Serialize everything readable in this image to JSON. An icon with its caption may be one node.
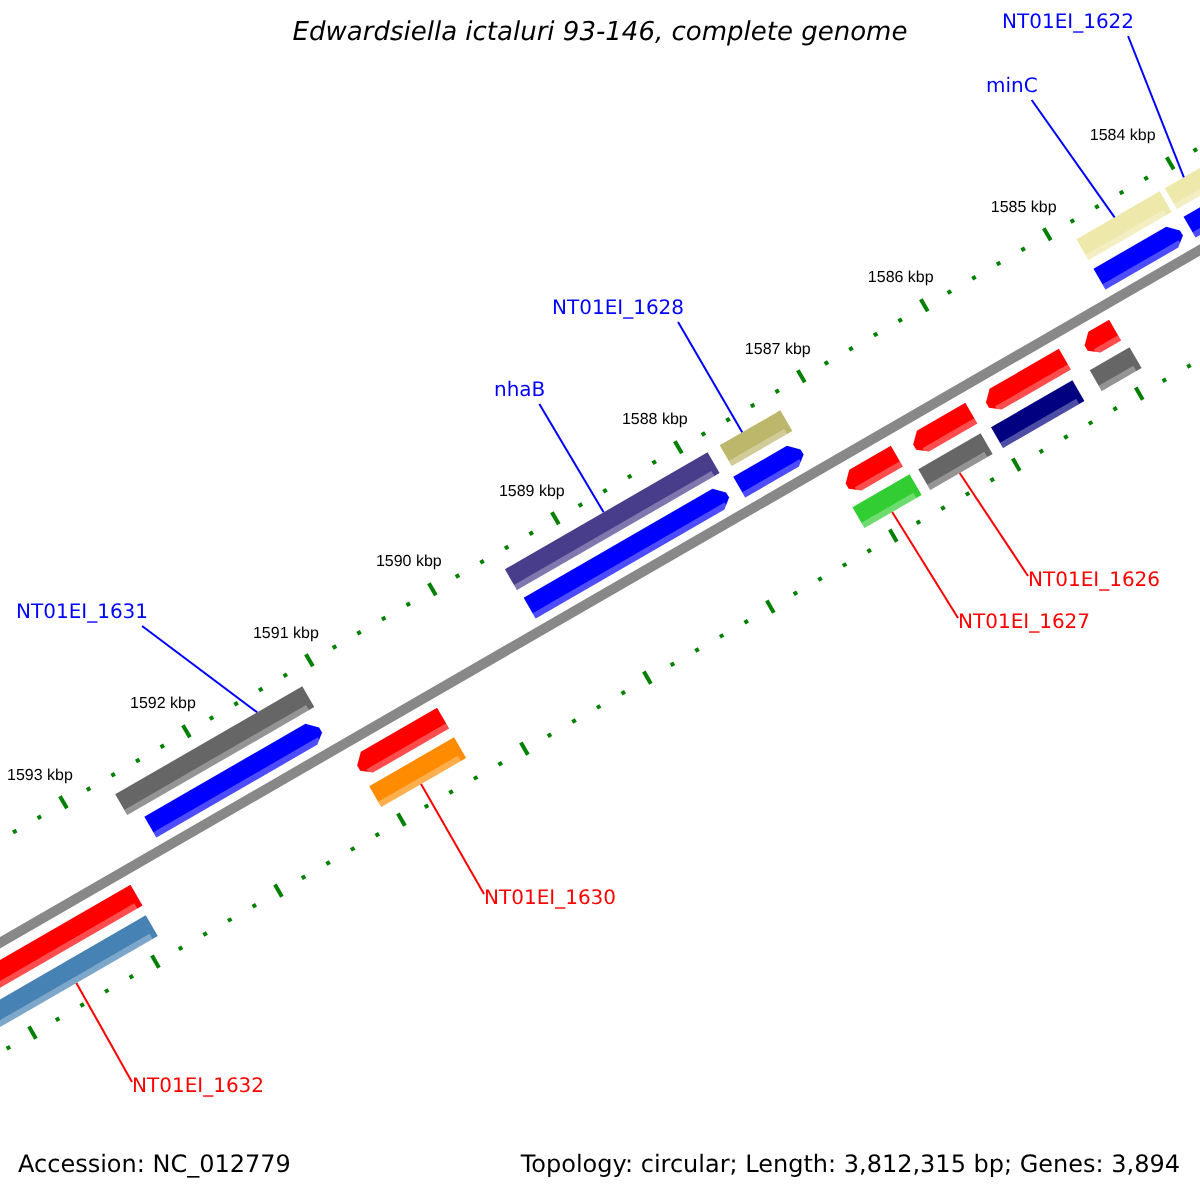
{
  "diagram": {
    "title": "Edwardsiella ictaluri 93-146, complete genome",
    "nodes": [
      {
        "text": [
          "NT01EI_1622"
        ]
      },
      {
        "text": [
          "minC"
        ]
      },
      {
        "text": [
          "NT01EI_1628"
        ]
      },
      {
        "text": [
          "nhaB"
        ]
      },
      {
        "text": [
          "NT01EI_1631"
        ]
      },
      {
        "text": [
          "NT01EI_1626"
        ]
      },
      {
        "text": [
          "NT01EI_1627"
        ]
      },
      {
        "text": [
          "NT01EI_1630"
        ]
      },
      {
        "text": [
          "NT01EI_1632"
        ]
      },
      {
        "text": [],
        "shape": "bar"
      },
      {
        "text": [],
        "shape": "bar"
      },
      {
        "text": [],
        "shape": "bar"
      },
      {
        "text": [],
        "shape": "bar"
      },
      {
        "text": [],
        "shape": "bar"
      },
      {
        "text": [],
        "shape": "bar"
      },
      {
        "text": [],
        "shape": "bar"
      },
      {
        "text": [],
        "shape": "bar"
      },
      {
        "text": [],
        "shape": "bar"
      }
    ],
    "edges": [
      {
        "from": 0,
        "to": 9,
        "arrow": "none"
      },
      {
        "from": 1,
        "to": 10,
        "arrow": "none"
      },
      {
        "from": 2,
        "to": 11,
        "arrow": "none"
      },
      {
        "from": 3,
        "to": 12,
        "arrow": "none"
      },
      {
        "from": 4,
        "to": 13,
        "arrow": "none"
      },
      {
        "from": 5,
        "to": 14,
        "arrow": "none",
        "color": "#ff0000"
      },
      {
        "from": 6,
        "to": 15,
        "arrow": "none",
        "color": "#ff0000"
      },
      {
        "from": 7,
        "to": 16,
        "arrow": "none",
        "color": "#ff0000"
      },
      {
        "from": 8,
        "to": 17,
        "arrow": "none",
        "color": "#ff0000"
      }
    ],
    "labels": [
      "1584 kbp",
      "1585 kbp",
      "1586 kbp",
      "1587 kbp",
      "1588 kbp",
      "1589 kbp",
      "1590 kbp",
      "1591 kbp",
      "1592 kbp",
      "1593 kbp",
      "Accession: NC_012779",
      "Topology: circular; Length: 3,812,315 bp; Genes: 3,894"
    ]
  }
}
